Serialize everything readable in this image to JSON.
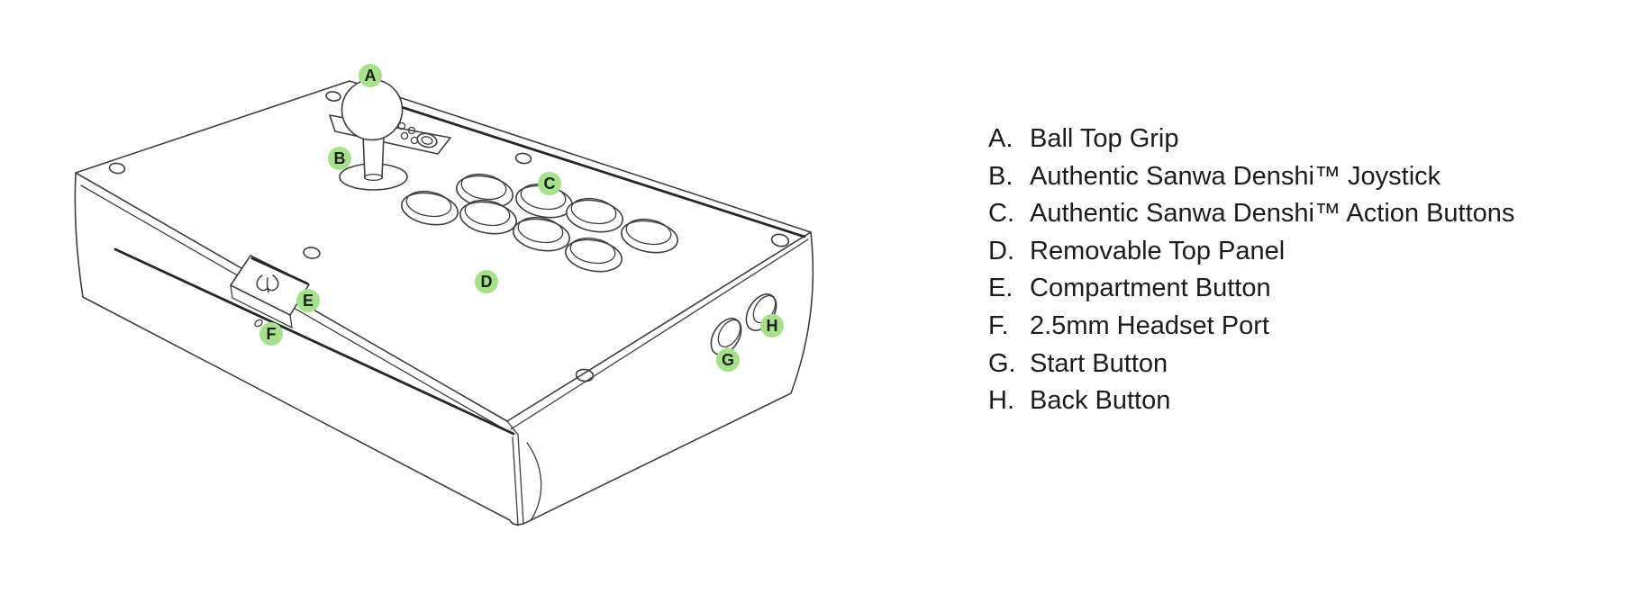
{
  "figure": {
    "description": "Arcade fight stick line-art diagram with labeled callouts",
    "colors": {
      "badge_green": "#a6e28a",
      "line_art": "#3e3e3e",
      "text": "#1c1c1c",
      "background": "#ffffff"
    }
  },
  "device": {
    "badges": [
      {
        "letter": "A"
      },
      {
        "letter": "B"
      },
      {
        "letter": "C"
      },
      {
        "letter": "D"
      },
      {
        "letter": "E"
      },
      {
        "letter": "F"
      },
      {
        "letter": "G"
      },
      {
        "letter": "H"
      }
    ]
  },
  "legend": {
    "items": [
      {
        "key": "A.",
        "label": "Ball Top Grip"
      },
      {
        "key": "B.",
        "label": "Authentic Sanwa Denshi™ Joystick"
      },
      {
        "key": "C.",
        "label": "Authentic Sanwa Denshi™ Action Buttons"
      },
      {
        "key": "D.",
        "label": "Removable Top Panel"
      },
      {
        "key": "E.",
        "label": "Compartment Button"
      },
      {
        "key": "F.",
        "label": "2.5mm Headset Port"
      },
      {
        "key": "G.",
        "label": "Start Button"
      },
      {
        "key": "H.",
        "label": "Back Button"
      }
    ]
  }
}
